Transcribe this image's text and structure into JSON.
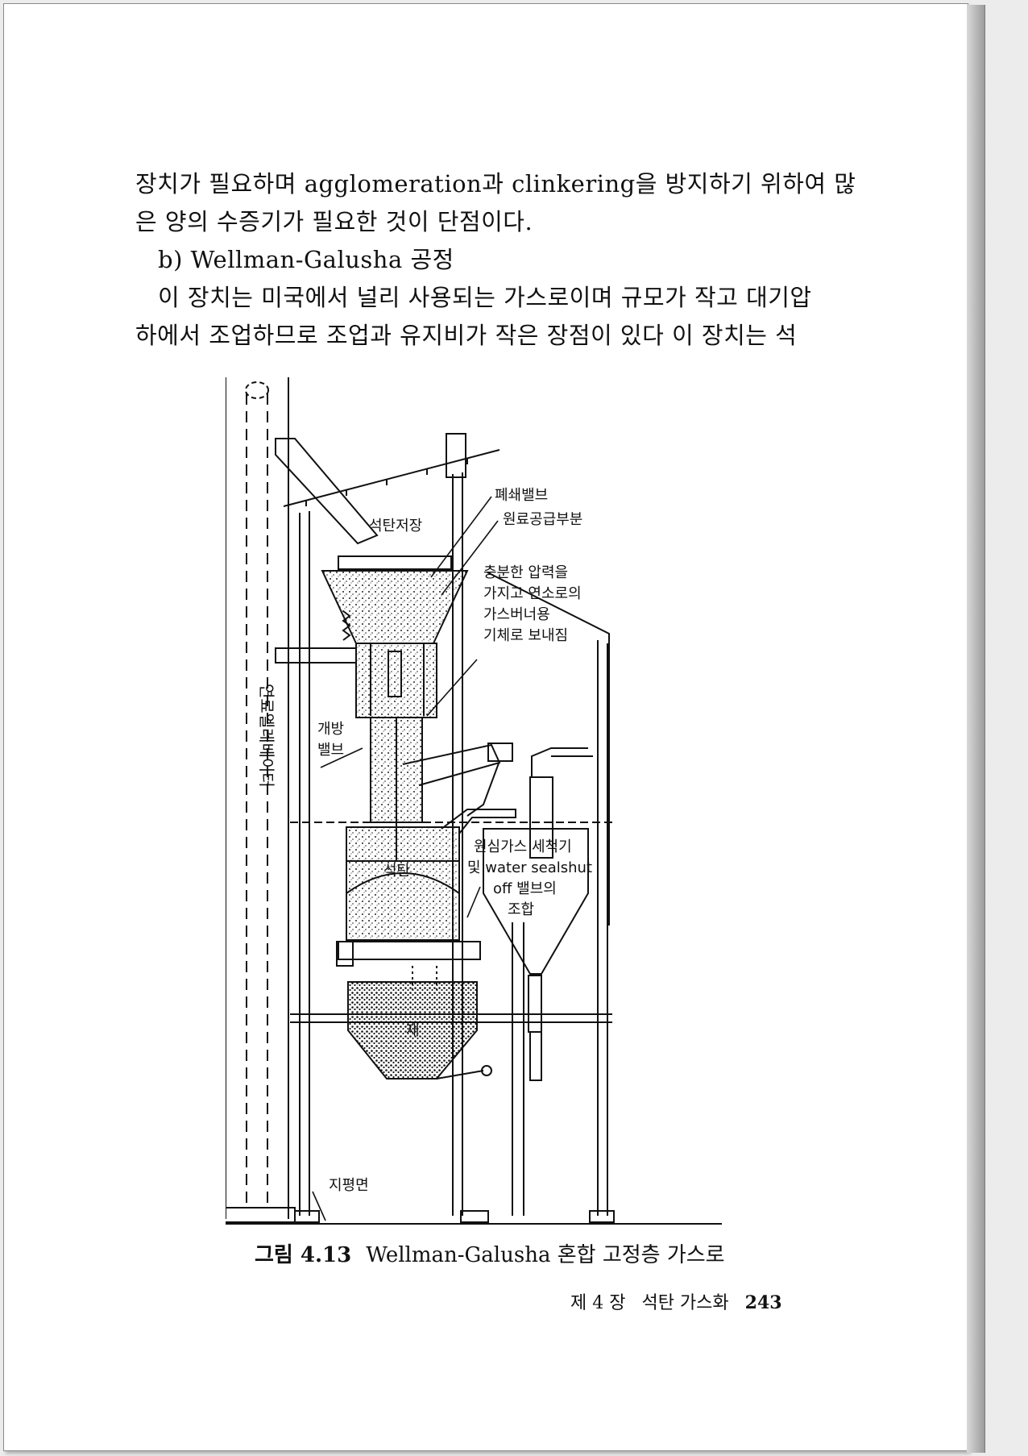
{
  "body_lines": [
    "장치가 필요하며 agglomeration과 clinkering을 방지하기 위하여 많",
    "은 양의 수증기가 필요한 것이 단점이다.",
    "b) Wellman-Galusha 공정",
    "이 장치는 미국에서 널리 사용되는 가스로이며 규모가 작고 대기압",
    "하에서 조업하므로 조업과 유지비가 작은 장점이 있다  이 장치는 석"
  ],
  "figure": {
    "labels": {
      "elevator": "연료엘레베이터",
      "closing_valve": "폐쇄밸브",
      "feed_section": "원료공급부분",
      "coal_storage": "석탄저장",
      "gas_note_1": "충분한 압력을",
      "gas_note_2": "가지고 연소로의",
      "gas_note_3": "가스버너용",
      "gas_note_4": "기체로 보내짐",
      "open_valve_1": "개방",
      "open_valve_2": "밸브",
      "scrubber_1": "원심가스 세척기",
      "scrubber_2": "및 water sealshut",
      "scrubber_3": "off 밸브의",
      "scrubber_4": "조합",
      "coal_bed": "석탄",
      "ash": "재",
      "ground": "지평면"
    }
  },
  "caption": {
    "figure_number": "그림 4.13",
    "title": "Wellman-Galusha 혼합 고정층 가스로"
  },
  "footer": {
    "chapter": "제 4 장",
    "chapter_title": "석탄 가스화",
    "page_number": "243"
  }
}
